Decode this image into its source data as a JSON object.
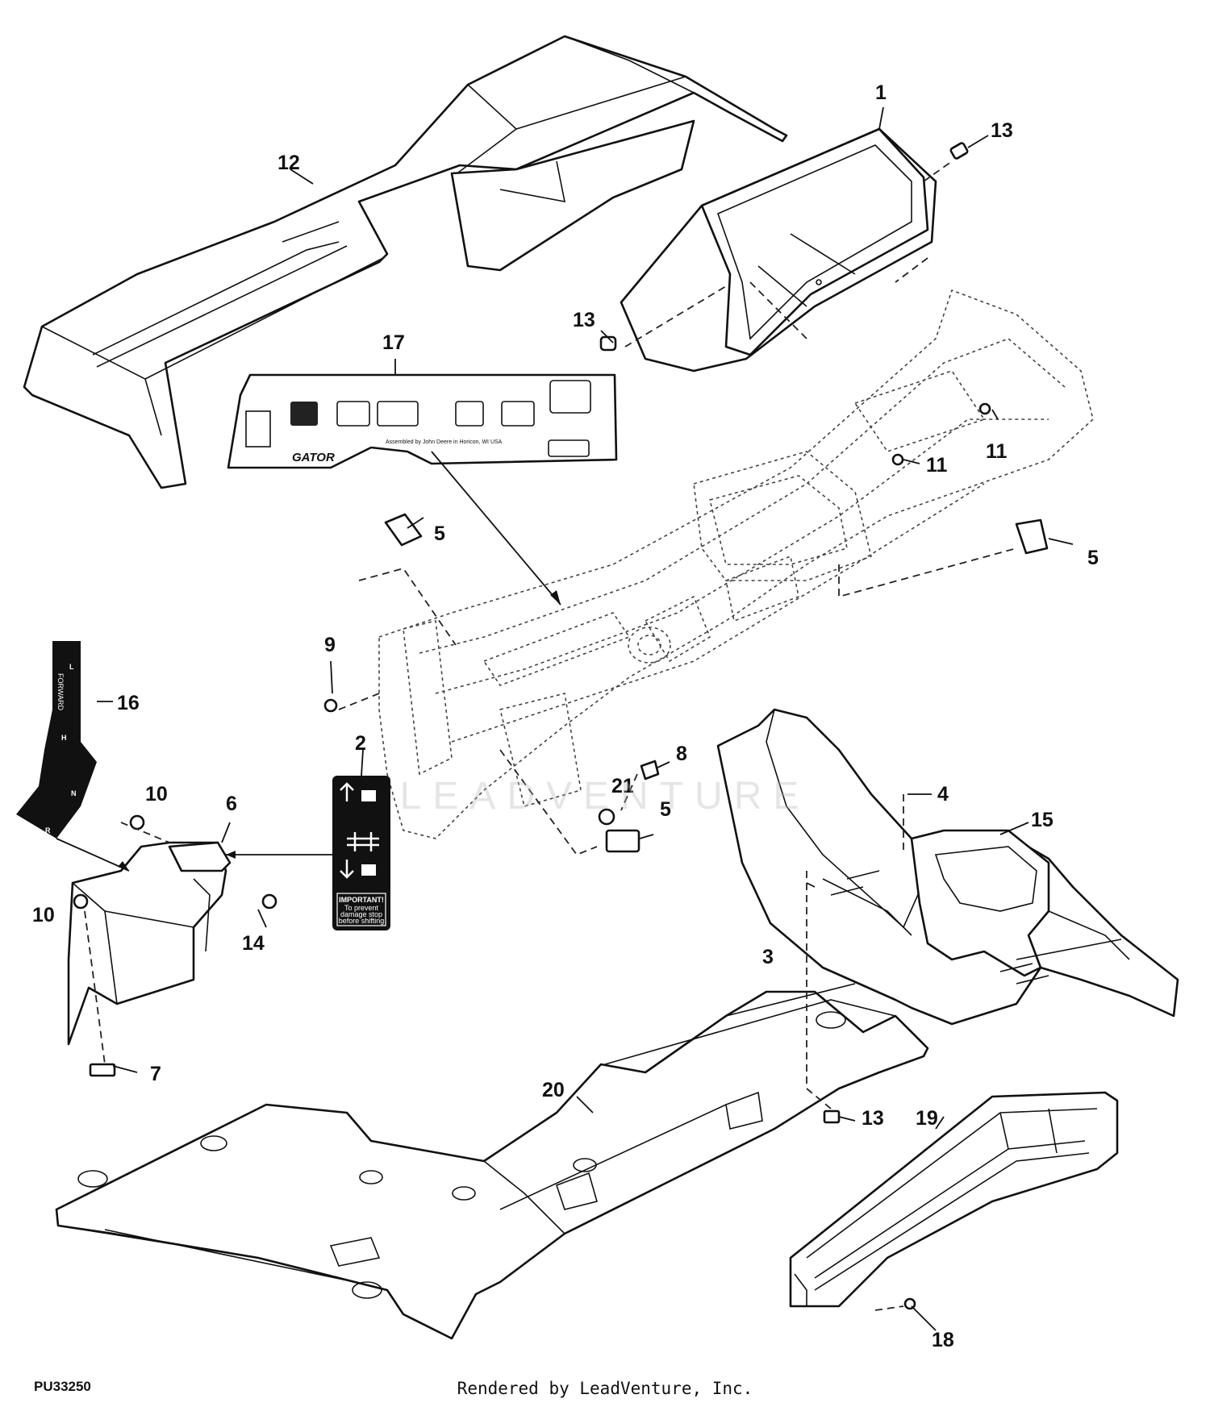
{
  "diagram": {
    "figure_id": "PU33250",
    "render_credit": "Rendered by LeadVenture, Inc.",
    "watermark": "LEADVENTURE",
    "callouts": {
      "c1": "1",
      "c2": "2",
      "c3": "3",
      "c4": "4",
      "c5a": "5",
      "c5b": "5",
      "c5c": "5",
      "c6": "6",
      "c7": "7",
      "c8": "8",
      "c9": "9",
      "c10a": "10",
      "c10b": "10",
      "c11a": "11",
      "c11b": "11",
      "c12": "12",
      "c13a": "13",
      "c13b": "13",
      "c13c": "13",
      "c14": "14",
      "c15": "15",
      "c16": "16",
      "c17": "17",
      "c18": "18",
      "c19": "19",
      "c20": "20",
      "c21": "21"
    },
    "decal_17": {
      "assembled_by": "Assembled by John Deere in Horicon, WI USA",
      "brand": "GATOR"
    },
    "decal_16": {
      "forward": "FORWARD",
      "l": "L",
      "h": "H",
      "n": "N",
      "r": "R"
    },
    "decal_2": {
      "important": "IMPORTANT!",
      "line1": "To prevent",
      "line2": "damage stop",
      "line3": "before shifting"
    }
  }
}
